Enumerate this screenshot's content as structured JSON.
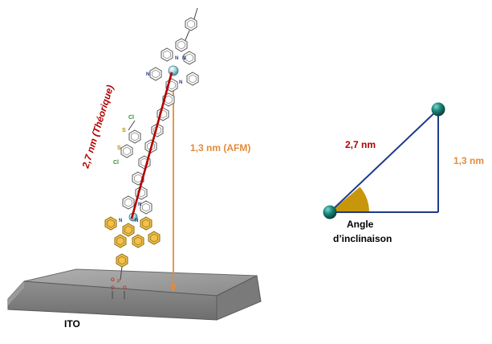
{
  "figure": {
    "molecule_length_label": "2,7 nm (Théorique)",
    "afm_height_label": "1,3 nm (AFM)",
    "substrate_label": "ITO",
    "atom_labels": {
      "nitrogen": "N",
      "chlorine": "Cl",
      "sulfur": "S",
      "oxygen": "O",
      "phosphorus": "P"
    }
  },
  "triangle": {
    "hypotenuse_label": "2,7 nm",
    "height_label": "1,3 nm",
    "angle_label_line1": "Angle",
    "angle_label_line2": "d’inclinaison"
  },
  "colors": {
    "dark_red": "#b20000",
    "orange": "#e28b3c",
    "navy": "#1f3a8a",
    "teal": "#1a7a70",
    "gold": "#c8960a",
    "pale_yellow": "#f2c14e",
    "slab_gray": "#8c8c8c"
  }
}
